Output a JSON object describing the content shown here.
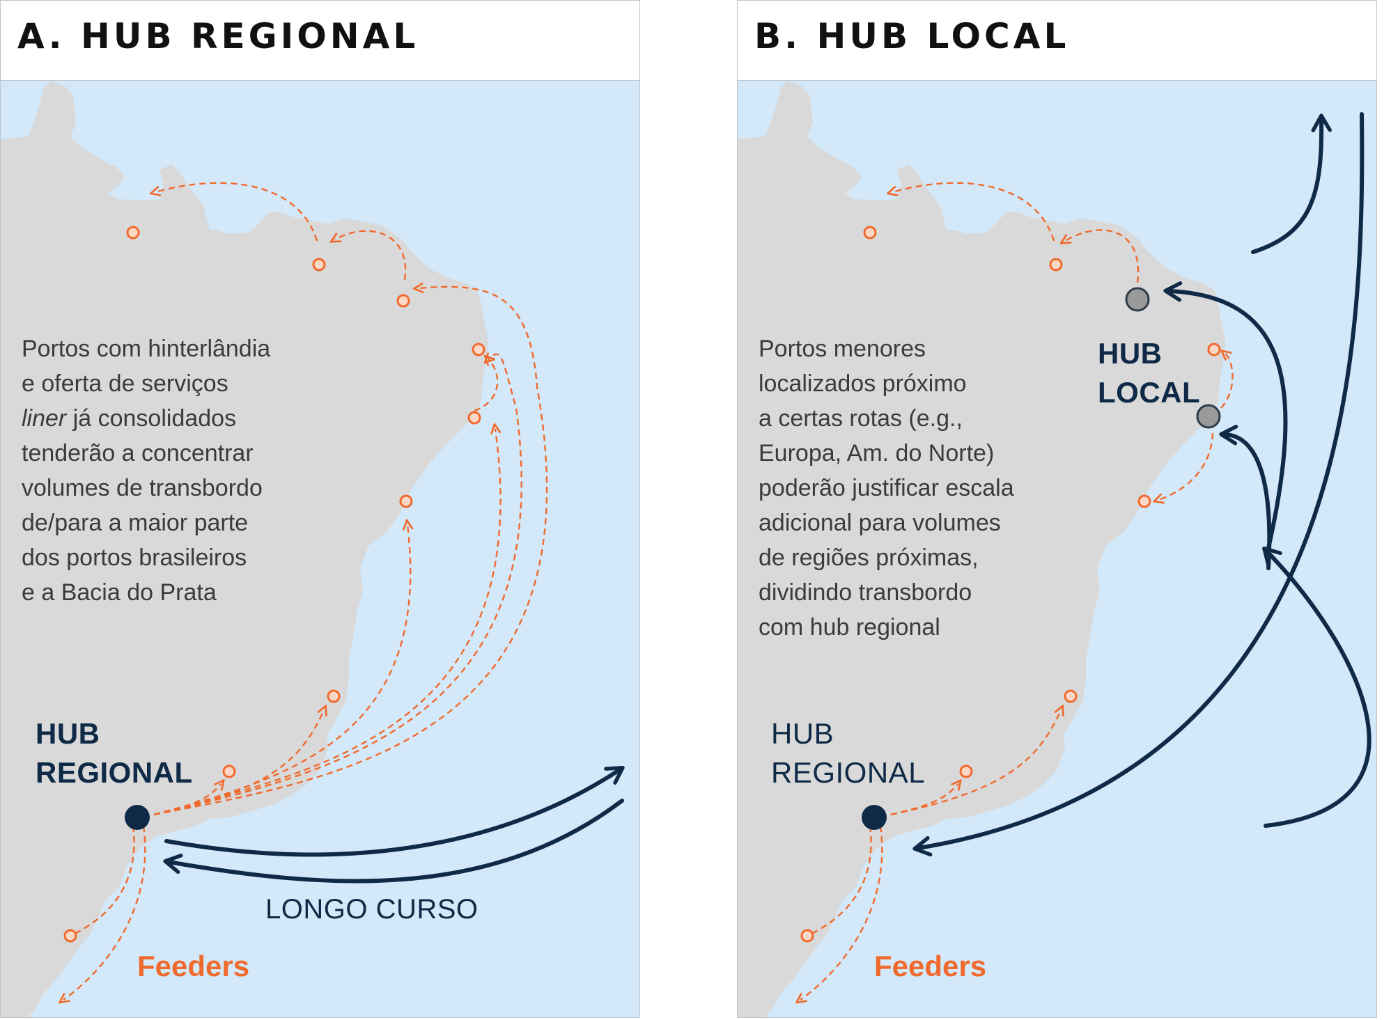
{
  "panel_a": {
    "title": "A. HUB REGIONAL",
    "description": [
      "Portos com hinterlândia",
      "e oferta de serviços",
      "liner",
      " já consolidados",
      "tenderão a concentrar",
      "volumes de transbordo",
      "de/para a maior parte",
      "dos portos brasileiros",
      "e a Bacia do Prata"
    ],
    "hub_label": [
      "HUB",
      "REGIONAL"
    ],
    "feeders_label": "Feeders",
    "route_label": "LONGO CURSO"
  },
  "panel_b": {
    "title": "B. HUB LOCAL",
    "description": [
      "Portos menores",
      "localizados próximo",
      "a certas rotas (e.g.,",
      "Europa, Am. do Norte)",
      "poderão justificar escala",
      "adicional para volumes",
      "de regiões próximas,",
      "dividindo transbordo",
      "com hub regional"
    ],
    "hub_local_label": [
      "HUB",
      "LOCAL"
    ],
    "hub_regional_label": [
      "HUB",
      "REGIONAL"
    ],
    "feeders_label": "Feeders"
  },
  "colors": {
    "sea": "#d3e8f8",
    "land": "#d9d9d9",
    "feeder_orange": "#f06a2d",
    "route_navy": "#0e2a47",
    "hub_local_gray": "#9a9a9a"
  }
}
